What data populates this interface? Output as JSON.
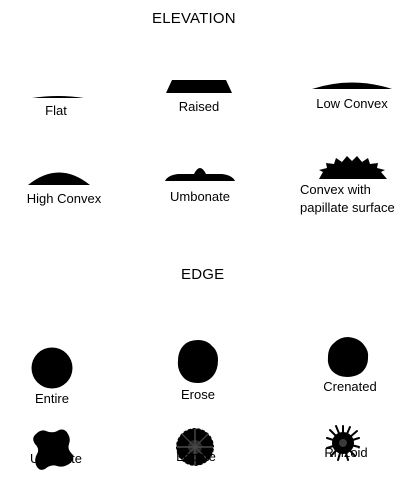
{
  "headings": {
    "elevation": "ELEVATION",
    "edge": "EDGE"
  },
  "elevation": [
    {
      "label": "Flat",
      "icon": "flat-elevation-icon"
    },
    {
      "label": "Raised",
      "icon": "raised-elevation-icon"
    },
    {
      "label": "Low Convex",
      "icon": "low-convex-elevation-icon"
    },
    {
      "label": "High Convex",
      "icon": "high-convex-elevation-icon"
    },
    {
      "label": "Umbonate",
      "icon": "umbonate-elevation-icon"
    },
    {
      "label_line1": "Convex with",
      "label_line2": "papillate surface",
      "icon": "convex-papillate-elevation-icon"
    }
  ],
  "edge": [
    {
      "label": "Entire",
      "icon": "entire-edge-icon"
    },
    {
      "label": "Erose",
      "icon": "erose-edge-icon"
    },
    {
      "label": "Crenated",
      "icon": "crenated-edge-icon"
    },
    {
      "label": "Undulate",
      "icon": "undulate-edge-icon"
    },
    {
      "label": "Lobate",
      "icon": "lobate-edge-icon"
    },
    {
      "label": "Rhizoid",
      "icon": "rhizoid-edge-icon"
    }
  ],
  "colors": {
    "ink": "#000000",
    "background": "#ffffff"
  }
}
